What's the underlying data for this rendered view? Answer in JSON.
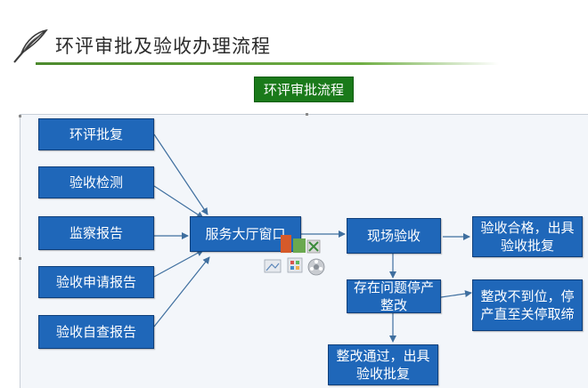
{
  "header": {
    "title": "环评审批及验收办理流程",
    "subtitle": "环评审批流程"
  },
  "flow": {
    "inputs": [
      {
        "id": "pifu",
        "label": "环评批复"
      },
      {
        "id": "jiance",
        "label": "验收检测"
      },
      {
        "id": "jiancha",
        "label": "监察报告"
      },
      {
        "id": "shenqing",
        "label": "验收申请报告"
      },
      {
        "id": "zicha",
        "label": "验收自查报告"
      }
    ],
    "window": "服务大厅窗口",
    "site_check": "现场验收",
    "pass": "验收合格，出具验收批复",
    "problem": "存在问题停产整改",
    "fail": "整改不到位，停产直至关停取缔",
    "fixed": "整改通过，出具验收批复"
  },
  "colors": {
    "box_fill": "#1f67b9",
    "box_border": "#0f3f7a",
    "arrow": "#3f6f9f",
    "subtitle_fill": "#1a7a1a",
    "rule_green": "#5e9e3a"
  },
  "icons": [
    "feather-icon",
    "office-apps-icon"
  ]
}
